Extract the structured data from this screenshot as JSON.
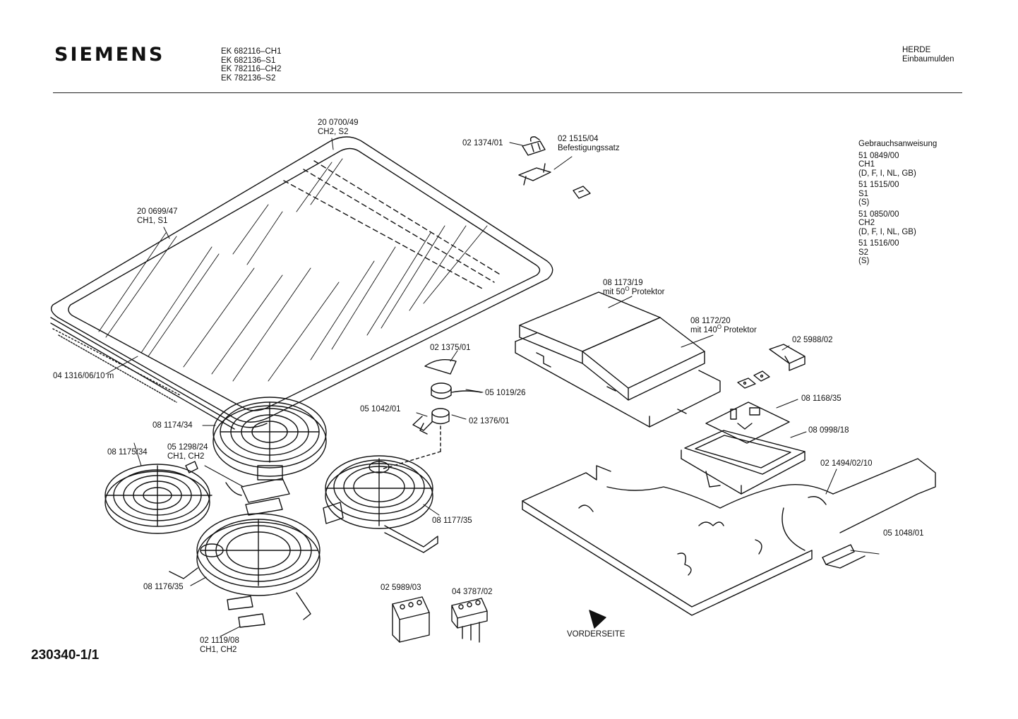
{
  "header": {
    "brand": "SIEMENS",
    "models": [
      "EK 682116–CH1",
      "EK 682136–S1",
      "EK 782116–CH2",
      "EK 782136–S2"
    ],
    "category": "HERDE",
    "subcategory": "Einbaumulden"
  },
  "manuals": {
    "title": "Gebrauchsanweisung",
    "items": [
      {
        "part": "51 0849/00",
        "variant": "CH1",
        "langs": "(D, F, I, NL, GB)"
      },
      {
        "part": "51 1515/00",
        "variant": "S1",
        "langs": "(S)"
      },
      {
        "part": "51 0850/00",
        "variant": "CH2",
        "langs": "(D, F, I, NL, GB)"
      },
      {
        "part": "51 1516/00",
        "variant": "S2",
        "langs": "(S)"
      }
    ]
  },
  "parts": {
    "glass_ch2s2": {
      "number": "20 0700/49",
      "note": "CH2,  S2"
    },
    "glass_ch1s1": {
      "number": "20 0699/47",
      "note": "CH1,  S1"
    },
    "seal": {
      "number": "04 1316/06/10 m"
    },
    "bracket": {
      "number": "02 1374/01"
    },
    "mount_kit": {
      "number": "02 1515/04",
      "note": "Befestigungssatz"
    },
    "plate_50": {
      "number": "08 1173/19",
      "note_pre": "mit 50",
      "note_sup": "O",
      "note_post": " Protektor"
    },
    "plate_140": {
      "number": "08 1172/20",
      "note_pre": "mit 140",
      "note_sup": "O",
      "note_post": " Protektor"
    },
    "holder_a": {
      "number": "02 5988/02"
    },
    "board": {
      "number": "08 1168/35"
    },
    "frame": {
      "number": "08 0998/18"
    },
    "cover": {
      "number": "02 1375/01"
    },
    "sensor": {
      "number": "05 1019/26"
    },
    "lamp": {
      "number": "05 1042/01"
    },
    "ring": {
      "number": "02 1376/01"
    },
    "burner_1174": {
      "number": "08 1174/34"
    },
    "burner_1175": {
      "number": "08 1175/34"
    },
    "terminal": {
      "number": "05 1298/24",
      "note": "CH1, CH2"
    },
    "burner_1177": {
      "number": "08 1177/35"
    },
    "clip": {
      "number": "02 1494/02/10"
    },
    "rail": {
      "number": "05 1048/01"
    },
    "burner_1176": {
      "number": "08 1176/35"
    },
    "block_a": {
      "number": "02 5989/03"
    },
    "block_b": {
      "number": "04 3787/02"
    },
    "strain": {
      "number": "02 1119/08",
      "note": "CH1, CH2"
    }
  },
  "front_label": "VORDERSEITE",
  "footer": "230340-1/1"
}
